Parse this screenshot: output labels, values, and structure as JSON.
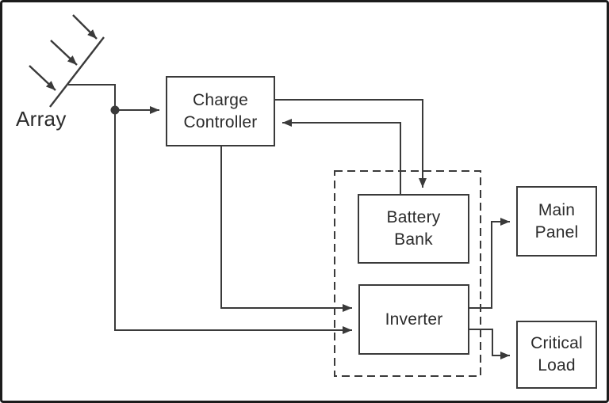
{
  "diagram": {
    "nodes": {
      "array": {
        "label": "Array"
      },
      "charge_controller": {
        "label": "Charge\nController"
      },
      "battery_bank": {
        "label": "Battery\nBank"
      },
      "inverter": {
        "label": "Inverter"
      },
      "main_panel": {
        "label": "Main\nPanel"
      },
      "critical_load": {
        "label": "Critical\nLoad"
      }
    },
    "connections": [
      {
        "from": "sunlight",
        "to": "array",
        "style": "three-diagonal-arrows"
      },
      {
        "from": "array",
        "to": "charge_controller",
        "style": "arrow"
      },
      {
        "from": "array",
        "to": "inverter",
        "style": "arrow"
      },
      {
        "from": "charge_controller",
        "to": "battery_bank",
        "style": "arrow"
      },
      {
        "from": "battery_bank",
        "to": "charge_controller",
        "style": "arrow"
      },
      {
        "from": "charge_controller",
        "to": "inverter",
        "style": "arrow"
      },
      {
        "from": "inverter",
        "to": "main_panel",
        "style": "arrow"
      },
      {
        "from": "inverter",
        "to": "critical_load",
        "style": "arrow"
      }
    ],
    "dashed_enclosure": {
      "members": [
        "battery_bank",
        "inverter"
      ]
    },
    "colors": {
      "ink": "#3a3a3a",
      "text": "#2b2b2b",
      "frame": "#1c1c1c",
      "background": "#ffffff"
    }
  }
}
